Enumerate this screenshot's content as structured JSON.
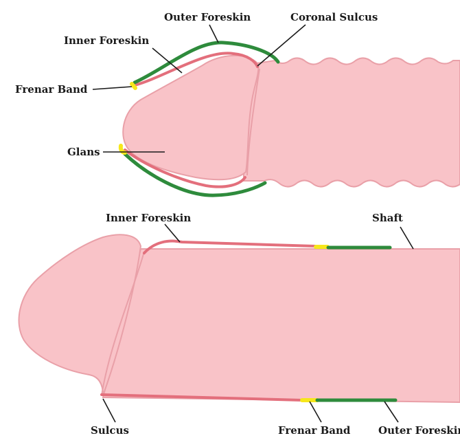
{
  "top_diagram": {
    "labels": {
      "outer_foreskin": "Outer Foreskin",
      "coronal_sulcus": "Coronal Sulcus",
      "inner_foreskin": "Inner Foreskin",
      "frenar_band": "Frenar Band",
      "glans": "Glans"
    }
  },
  "bottom_diagram": {
    "labels": {
      "inner_foreskin": "Inner Foreskin",
      "shaft": "Shaft",
      "sulcus": "Sulcus",
      "frenar_band": "Frenar Band",
      "outer_foreskin": "Outer Foreskin"
    }
  },
  "colors": {
    "skin": "#f9c3c8",
    "skin_outline": "#e9a0a8",
    "inner_foreskin": "#e36f7c",
    "outer_foreskin": "#2e8b3c",
    "frenar_band": "#f6e71b"
  }
}
